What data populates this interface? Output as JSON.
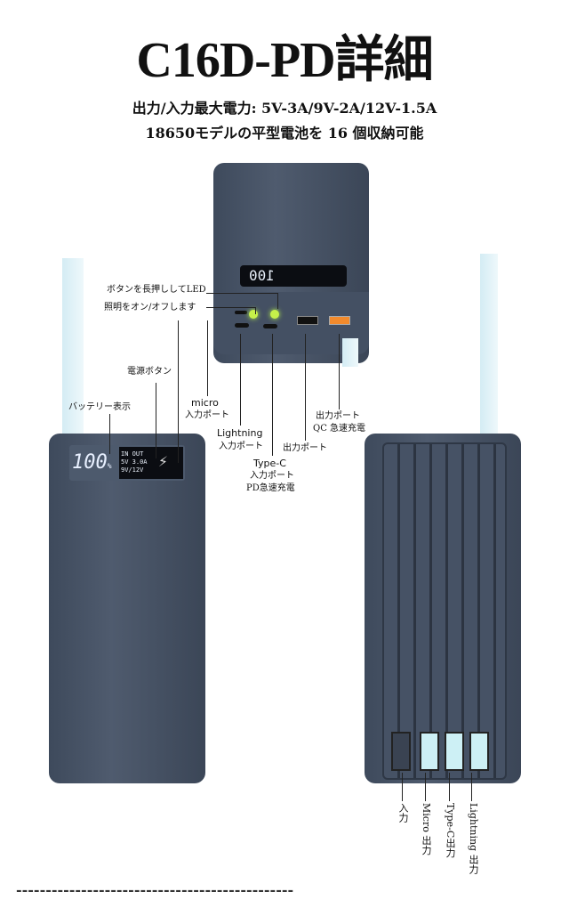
{
  "title": "C16D-PD詳細",
  "subtitle_lines": [
    "出力/入力最大電力: 5V-3A/9V-2A/12V-1.5A",
    "18650モデルの平型電池を 16 個収納可能"
  ],
  "display": {
    "percent": "100",
    "percent_sign": "%",
    "mode": "IN OUT",
    "v1": "5V 3.0A",
    "v2": "9V/12V",
    "top_readout": "100"
  },
  "labels": {
    "led_line1": "ボタンを長押ししてLED",
    "led_line2": "照明をオン/オフします",
    "power_button": "電源ボタン",
    "battery_display": "バッテリー表示",
    "micro_1": "micro",
    "micro_2": "入力ポート",
    "lightning_1": "Lightning",
    "lightning_2": "入力ポート",
    "typec_1": "Type-C",
    "typec_2": "入力ポート",
    "typec_3": "PD急速充電",
    "output": "出力ポート",
    "qc_1": "出力ポート",
    "qc_2": "QC 急速充電"
  },
  "cables": {
    "input": "入力",
    "micro": "Micro 出力",
    "typec": "Type-C出力",
    "lightning": "Lightning 出力"
  },
  "divider": "-----------------------------------------------"
}
